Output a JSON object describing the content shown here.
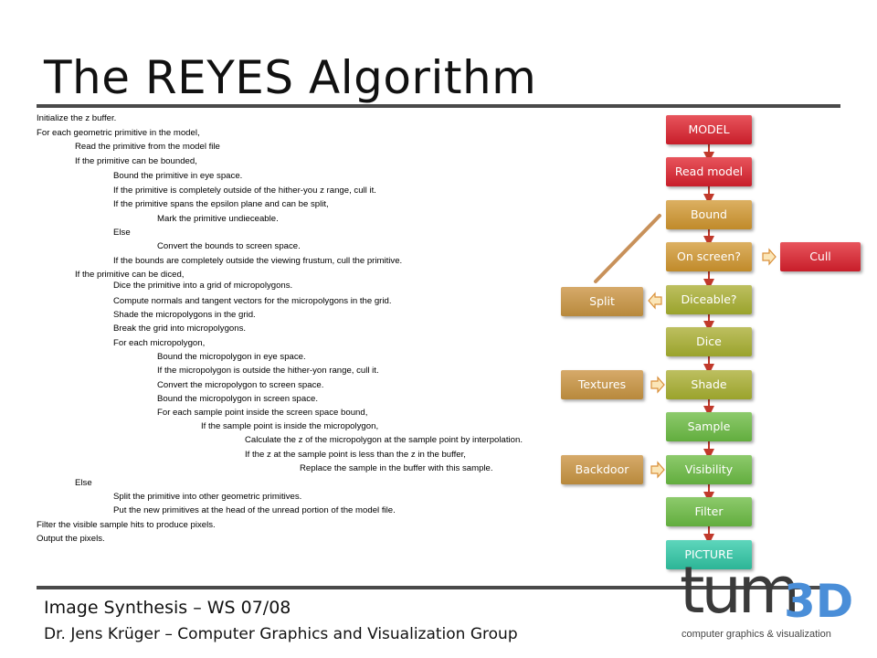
{
  "slide": {
    "title": "The REYES Algorithm",
    "code_lines": [
      "Initialize the z buffer.",
      "For each geometric primitive in the model,",
      "Read the primitive from the model file",
      "If  the primitive can be bounded,",
      "Bound the primitive in eye space.",
      "If  the primitive is completely outside of the hither-you  z range, cull it.",
      "If  the primitive spans the epsilon plane and can be split,",
      "Mark the primitive undieceable.",
      "Else",
      "Convert the bounds to screen space.",
      "If  the bounds are completely outside the viewing frustum, cull the primitive.",
      "If  the primitive can be diced,",
      "Dice the primitive into a grid of micropolygons.",
      "Compute normals and tangent vectors for the micropolygons in the grid.",
      "Shade the micropolygons in the grid.",
      "Break the grid into micropolygons.",
      "For each micropolygon,",
      "Bound the micropolygon in eye space.",
      "If  the micropolygon is outside the hither-yon range, cull it.",
      "Convert the micropolygon to screen space.",
      "Bound the micropolygon in screen space.",
      "For each sample point inside the screen space bound,",
      "If  the sample point is inside the micropolygon,",
      "Calculate the z of the micropolygon at the sample point by interpolation.",
      "If  the z at the sample point is less than the z in the buffer,",
      "Replace the sample in the buffer with this sample.",
      "Else",
      "Split the primitive into other geometric primitives.",
      "Put the new primitives at the head of the unread portion of the model file.",
      "Filter the visible sample hits to produce pixels.",
      "Output the pixels."
    ],
    "pipeline": [
      "MODEL",
      "Read model",
      "Bound",
      "On screen?",
      "Diceable?",
      "Dice",
      "Shade",
      "Sample",
      "Visibility",
      "Filter",
      "PICTURE"
    ],
    "side_boxes": {
      "cull": "Cull",
      "split": "Split",
      "textures": "Textures",
      "backdoor": "Backdoor"
    },
    "footer": {
      "course": "Image Synthesis – WS 07/08",
      "author": "Dr. Jens Krüger – Computer Graphics and Visualization Group"
    },
    "logo": {
      "text": "tum",
      "suffix": "3D",
      "subtitle": "computer graphics & visualization"
    }
  }
}
